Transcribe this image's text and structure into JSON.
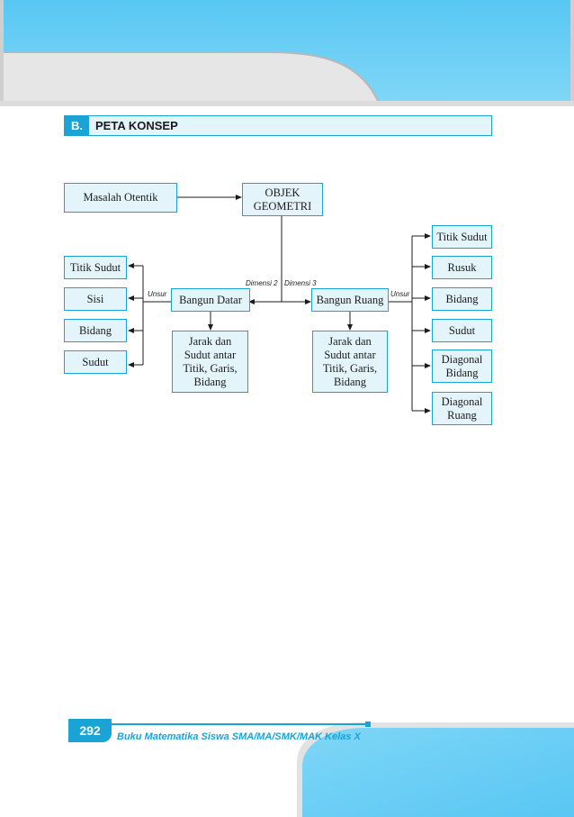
{
  "section": {
    "letter": "B.",
    "title": "PETA KONSEP"
  },
  "concept_map": {
    "masalah": "Masalah Otentik",
    "objek": [
      "OBJEK",
      "GEOMETRI"
    ],
    "bangun_datar": "Bangun Datar",
    "bangun_ruang": "Bangun Ruang",
    "dimensi_2": "Dimensi 2",
    "dimensi_3": "Dimensi 3",
    "unsur_left": "Unsur",
    "unsur_right": "Unsur",
    "datar_unsur": [
      "Titik Sudut",
      "Sisi",
      "Bidang",
      "Sudut"
    ],
    "ruang_unsur": [
      "Titik Sudut",
      "Rusuk",
      "Bidang",
      "Sudut",
      "Diagonal Bidang",
      "Diagonal Ruang"
    ],
    "jarak_datar": "Jarak dan Sudut antar Titik, Garis, Bidang",
    "jarak_ruang": "Jarak dan Sudut antar Titik, Garis, Bidang"
  },
  "footer": {
    "page_number": "292",
    "book_title": "Buku Matematika Siswa SMA/MA/SMK/MAK Kelas X"
  },
  "colors": {
    "accent": "#1aa4d6",
    "box_fill": "#e4f4fb",
    "header_blue": "#63ccf4"
  }
}
